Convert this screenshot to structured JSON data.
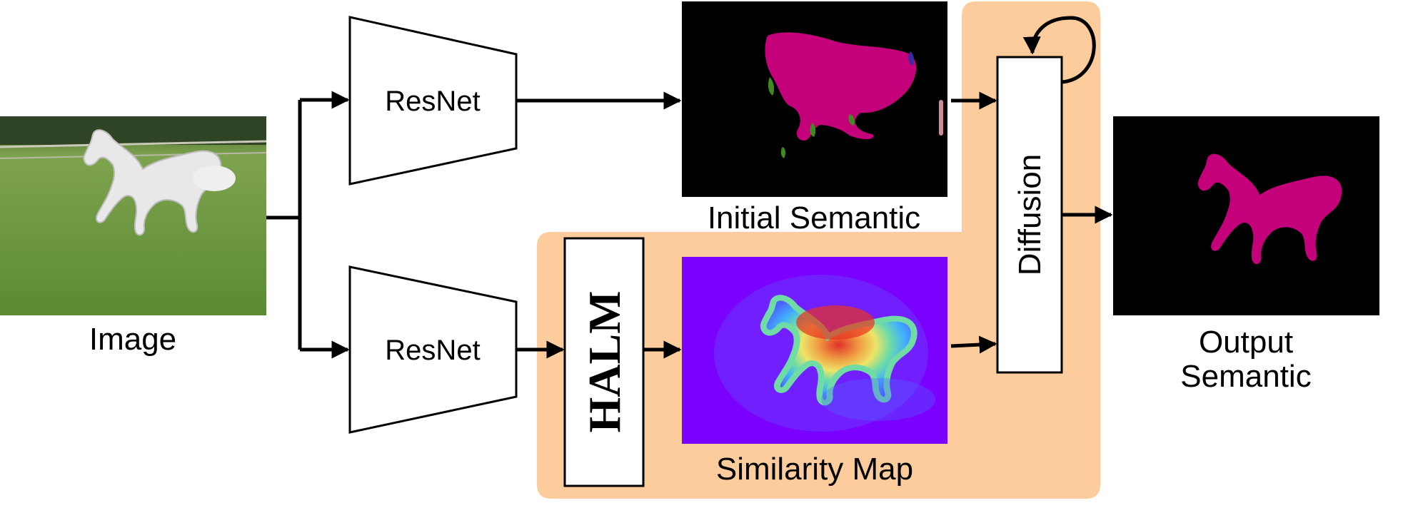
{
  "labels": {
    "image": "Image",
    "resnet_top": "ResNet",
    "resnet_bottom": "ResNet",
    "initial_semantic": "Initial Semantic",
    "similarity_map": "Similarity Map",
    "halm": "HALM",
    "diffusion": "Diffusion",
    "output_line1": "Output",
    "output_line2": "Semantic"
  },
  "colors": {
    "highlight": "#fdcc9d",
    "mask_magenta": "#c4007a",
    "mask_green": "#3f8a1f",
    "heatmap_background": "#7a00ff",
    "stroke": "#000000"
  },
  "icons": {
    "horse_photo": "horse-photo",
    "initial_mask": "segmentation-mask",
    "similarity_heatmap": "heatmap",
    "output_mask": "segmentation-mask"
  }
}
